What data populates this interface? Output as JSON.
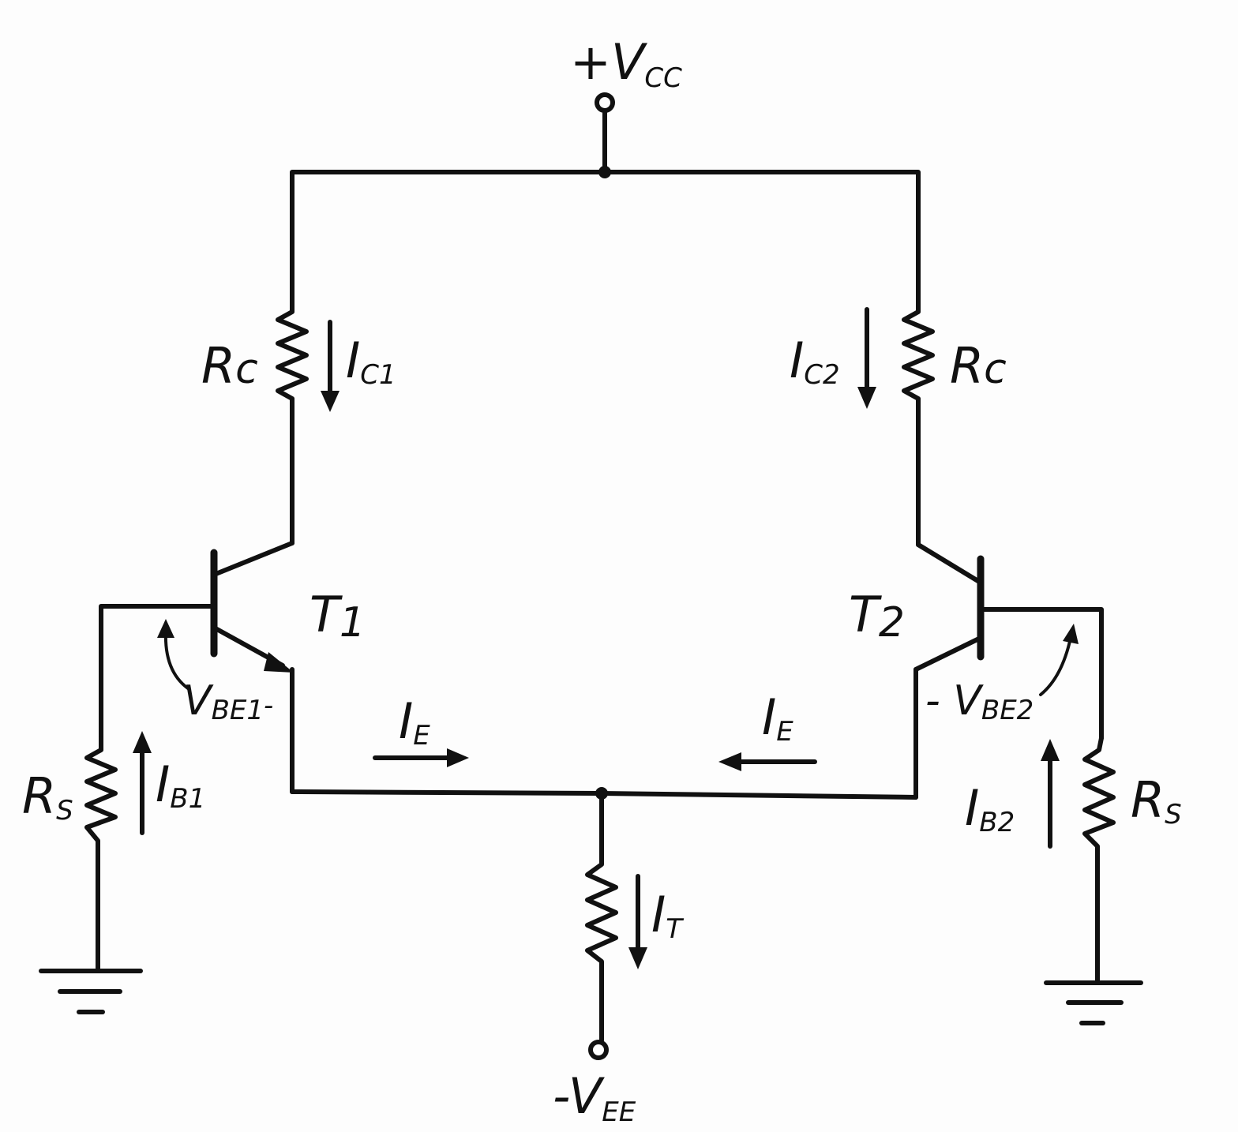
{
  "diagram": {
    "type": "bjt-differential-amplifier-schematic",
    "supply_positive": {
      "prefix": "+V",
      "subscript": "CC"
    },
    "supply_negative": {
      "prefix": "-V",
      "subscript": "EE"
    },
    "transistors": [
      {
        "label": "T",
        "subscript": "1"
      },
      {
        "label": "T",
        "subscript": "2"
      }
    ],
    "collector_resistors": [
      {
        "label": "R",
        "subscript": "c"
      },
      {
        "label": "R",
        "subscript": "c"
      }
    ],
    "source_resistors": [
      {
        "label": "R",
        "subscript": "S"
      },
      {
        "label": "R",
        "subscript": "S"
      }
    ],
    "currents": {
      "ic1": {
        "label": "I",
        "subscript": "C1"
      },
      "ic2": {
        "label": "I",
        "subscript": "C2"
      },
      "ib1": {
        "label": "I",
        "subscript": "B1"
      },
      "ib2": {
        "label": "I",
        "subscript": "B2"
      },
      "ie_left": {
        "label": "I",
        "subscript": "E"
      },
      "ie_right": {
        "label": "I",
        "subscript": "E"
      },
      "it": {
        "label": "I",
        "subscript": "T"
      }
    },
    "voltages": {
      "vbe1": {
        "prefix": "V",
        "subscript": "BE1",
        "suffix": "-"
      },
      "vbe2": {
        "prefix": "- V",
        "subscript": "BE2"
      }
    },
    "grounds": [
      "left",
      "right"
    ]
  }
}
